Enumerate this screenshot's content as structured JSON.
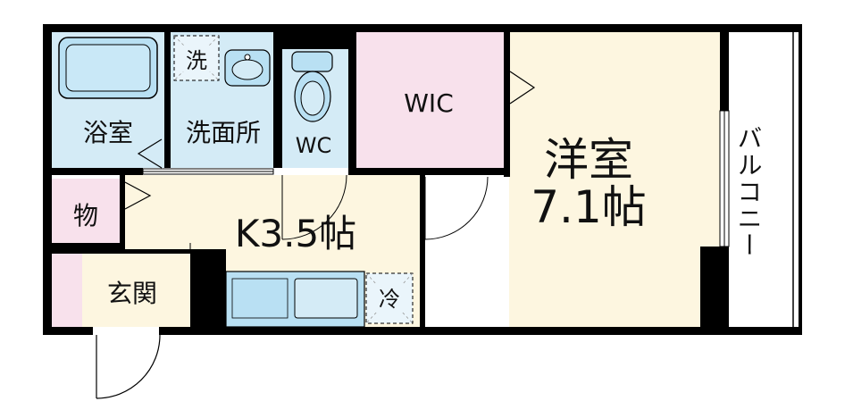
{
  "rooms": {
    "bath": "浴室",
    "washroom": "洗面所",
    "washer": "洗",
    "wc": "WC",
    "wic": "WIC",
    "bedroom_name": "洋室",
    "bedroom_size": "7.1帖",
    "storage": "物",
    "kitchen": "K3.5帖",
    "entrance": "玄関",
    "fridge": "冷",
    "balcony": "バルコニー"
  },
  "colors": {
    "wall": "#000000",
    "wet_area": "#d4ebf6",
    "wic": "#f8e1ec",
    "storage": "#f8e1ec",
    "living": "#fdf6e0",
    "balcony": "#ffffff",
    "fixture": "#a8d7ef"
  }
}
